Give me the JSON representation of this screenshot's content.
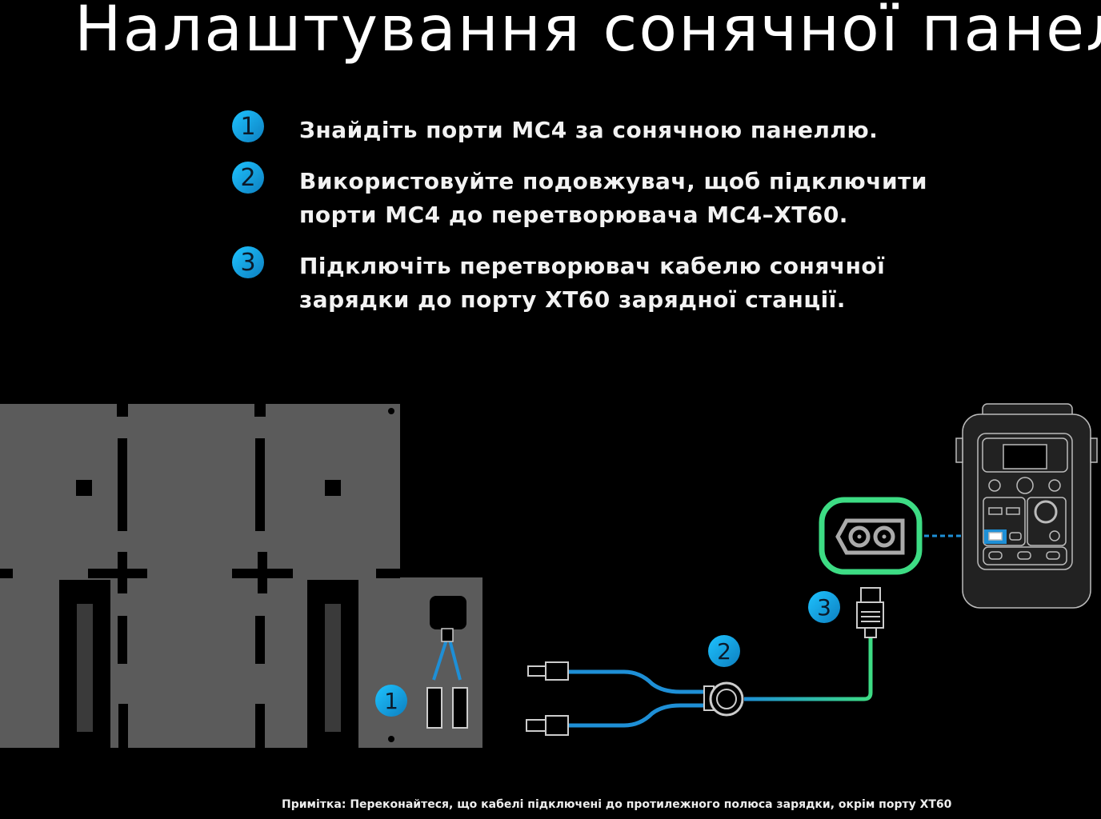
{
  "title": "Налаштування сонячної панелі",
  "steps": [
    {
      "number": "1",
      "lines": [
        "Знайдіть порти MC4 за сонячною панеллю."
      ]
    },
    {
      "number": "2",
      "lines": [
        "Використовуйте подовжувач, щоб підключити",
        "порти MC4 до перетворювача MC4–XT60."
      ]
    },
    {
      "number": "3",
      "lines": [
        "Підключіть перетворювач кабелю сонячної",
        "зарядки до порту XT60 зарядної станції."
      ]
    }
  ],
  "note": "Примітка: Переконайтеся, що кабелі підключені до протилежного полюса зарядки, окрім порту XT60",
  "colors": {
    "badge": "#1a9fe0",
    "cable_blue": "#1e8fd6",
    "cable_green": "#3ddc84",
    "panel": "#5b5b5b"
  }
}
